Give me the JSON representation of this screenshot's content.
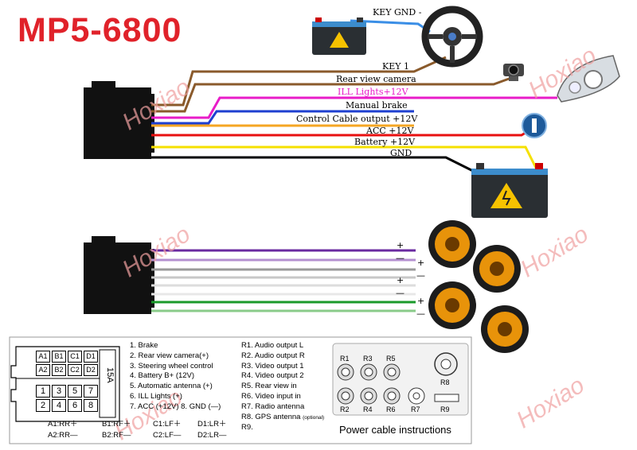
{
  "title": "MP5-6800",
  "watermark": "Hoxiao",
  "wires": {
    "key_gnd": "KEY GND -",
    "key1": "KEY 1",
    "rear_view_camera": "Rear view camera",
    "ill_lights": "ILL Lights+12V",
    "manual_brake": "Manual brake",
    "control_cable": "Control Cable output +12V",
    "acc": "ACC +12V",
    "battery": "Battery +12V",
    "gnd": "GND"
  },
  "speaker_signs": {
    "plus": "+",
    "minus": "—"
  },
  "connector": {
    "top_pins": [
      [
        "A1",
        "B1",
        "C1",
        "D1"
      ],
      [
        "A2",
        "B2",
        "C2",
        "D2"
      ]
    ],
    "fuse": "15A",
    "bottom_pins": [
      [
        "1",
        "3",
        "5",
        "7"
      ],
      [
        "2",
        "4",
        "6",
        "8"
      ]
    ],
    "speaker_map_row1": [
      "A1:RR＋",
      "B1:RF＋",
      "C1:LF＋",
      "D1:LR＋"
    ],
    "speaker_map_row2": [
      "A2:RR—",
      "B2:RF—",
      "C2:LF—",
      "D2:LR—"
    ]
  },
  "pin_legend": [
    "1. Brake",
    "2. Rear view camera(+)",
    "3. Steering wheel control",
    "4. Battery B+ (12V)",
    "5. Automatic antenna (+)",
    "6. ILL  Lights (+)",
    "7. ACC (+12V)    8. GND (—)"
  ],
  "rca_legend": [
    "R1. Audio output  L",
    "R2. Audio output  R",
    "R3. Video output  1",
    "R4. Video output  2",
    "R5. Rear view      in",
    "R6. Video input    in",
    "R7. Radio antenna",
    "R8. GPS antenna",
    "R9."
  ],
  "rca_legend_optional": "(optional)",
  "rca_labels": [
    "R1",
    "R3",
    "R5",
    "R2",
    "R4",
    "R6",
    "R7",
    "R8",
    "R9"
  ],
  "power_cable_caption": "Power cable instructions",
  "colors": {
    "title_red": "#e0222a",
    "brown": "#8a5a2b",
    "pink": "#e81cc8",
    "blue": "#1e3fd0",
    "orange": "#f5a623",
    "red": "#e81010",
    "yellow": "#f5e000",
    "black": "#000000",
    "purple": "#6a2aa0",
    "gray": "#9a9a9a",
    "green": "#1a9a2a"
  }
}
